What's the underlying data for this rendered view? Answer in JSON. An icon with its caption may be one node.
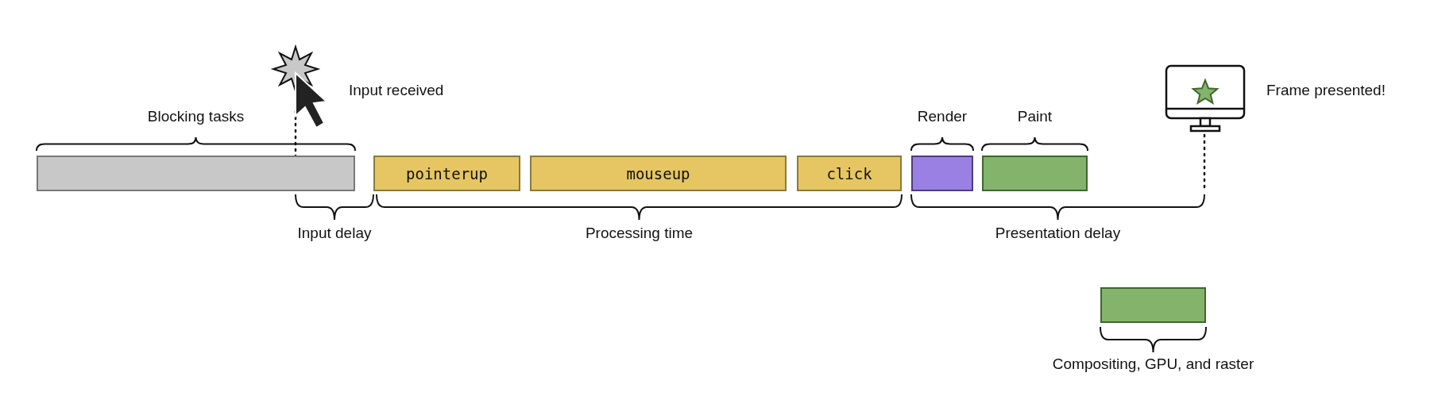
{
  "diagram": {
    "nodes": [
      {
        "text": [],
        "shape": "bar",
        "beside": [
          "Blocking tasks"
        ]
      },
      {
        "text": [
          "pointerup"
        ]
      },
      {
        "text": [
          "mouseup"
        ]
      },
      {
        "text": [
          "click"
        ]
      },
      {
        "text": [],
        "shape": "bar",
        "beside": [
          "Render"
        ]
      },
      {
        "text": [],
        "shape": "bar",
        "beside": [
          "Paint"
        ]
      },
      {
        "text": [],
        "shape": "bar",
        "beside": [
          "Compositing, GPU, and raster"
        ]
      }
    ],
    "labels": [
      "Input received",
      "Frame presented!",
      "Input delay",
      "Processing time",
      "Presentation delay"
    ]
  }
}
